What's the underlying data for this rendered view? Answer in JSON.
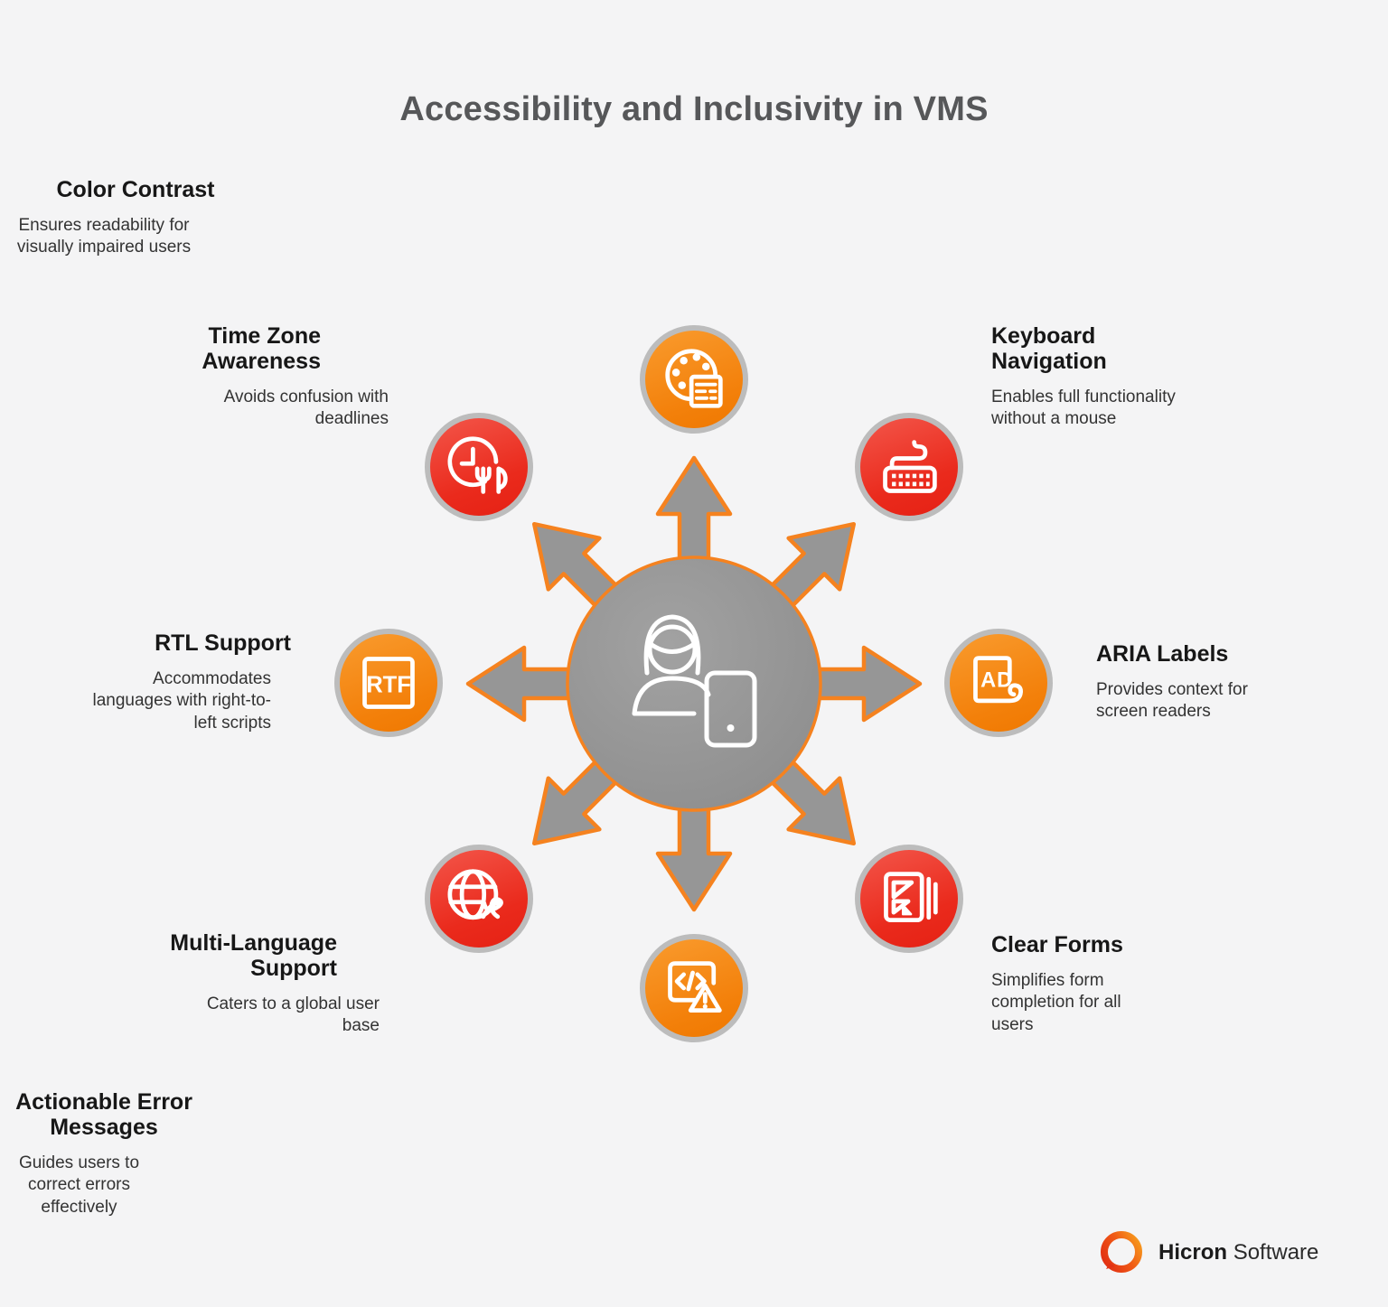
{
  "title": "Accessibility and Inclusivity in VMS",
  "nodes": [
    {
      "id": "color-contrast",
      "title": "Color Contrast",
      "description": "Ensures readability for visually impaired users",
      "color": "#F5821F",
      "icon": "palette-icon",
      "position": "top"
    },
    {
      "id": "keyboard-navigation",
      "title": "Keyboard Navigation",
      "description": "Enables full functionality without a mouse",
      "color": "#EE3124",
      "icon": "keyboard-icon",
      "position": "top-right"
    },
    {
      "id": "aria-labels",
      "title": "ARIA Labels",
      "description": "Provides context for screen readers",
      "color": "#F5821F",
      "icon": "ad-document-icon",
      "icon_text": "AD",
      "position": "right"
    },
    {
      "id": "clear-forms",
      "title": "Clear Forms",
      "description": "Simplifies form completion for all users",
      "color": "#EE3124",
      "icon": "form-document-icon",
      "position": "bottom-right"
    },
    {
      "id": "actionable-error-messages",
      "title": "Actionable Error Messages",
      "description": "Guides users to correct errors effectively",
      "color": "#F5821F",
      "icon": "code-warning-icon",
      "position": "bottom"
    },
    {
      "id": "multi-language-support",
      "title": "Multi-Language Support",
      "description": "Caters to a global user base",
      "color": "#EE3124",
      "icon": "globe-language-icon",
      "position": "bottom-left"
    },
    {
      "id": "rtl-support",
      "title": "RTL Support",
      "description": "Accommodates languages with right-to-left scripts",
      "color": "#F5821F",
      "icon": "rtf-box-icon",
      "icon_text": "RTF",
      "position": "left"
    },
    {
      "id": "time-zone-awareness",
      "title": "Time Zone Awareness",
      "description": "Avoids confusion with deadlines",
      "color": "#EE3124",
      "icon": "clock-utensils-icon",
      "position": "top-left"
    }
  ],
  "center": {
    "icon": "person-with-device-icon"
  },
  "footer": {
    "brand_bold": "Hicron",
    "brand_regular": "Software"
  },
  "colors": {
    "background": "#F4F4F5",
    "orange": "#F5821F",
    "red": "#EE3124",
    "hub_gray": "#969696",
    "arrow_gray": "#969696",
    "arrow_outline": "#F5821F",
    "circle_ring_gray": "#BCBCBC",
    "title_text": "#565759",
    "heading_text": "#171717",
    "body_text": "#333333"
  }
}
